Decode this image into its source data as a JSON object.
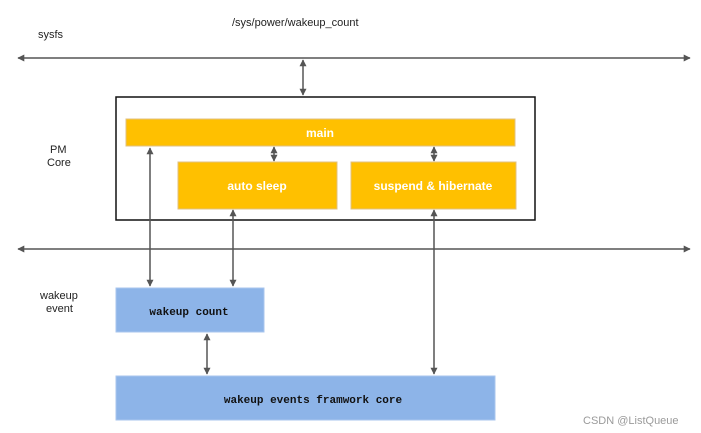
{
  "labels": {
    "sysfs": "sysfs",
    "sysfs_path": "/sys/power/wakeup_count",
    "pm_core_line1": "PM",
    "pm_core_line2": "Core",
    "wakeup_event_line1": "wakeup",
    "wakeup_event_line2": "event"
  },
  "boxes": {
    "main": "main",
    "auto_sleep": "auto sleep",
    "suspend_hibernate": "suspend & hibernate",
    "wakeup_count": "wakeup count",
    "wakeup_events_core": "wakeup events framwork core"
  },
  "watermark": "CSDN @ListQueue",
  "colors": {
    "orange": "#ffc000",
    "orange_border": "#e0c080",
    "blue": "#8db4e8",
    "blue_border": "#a9c6ee",
    "line": "#555555",
    "frame": "#111111"
  }
}
